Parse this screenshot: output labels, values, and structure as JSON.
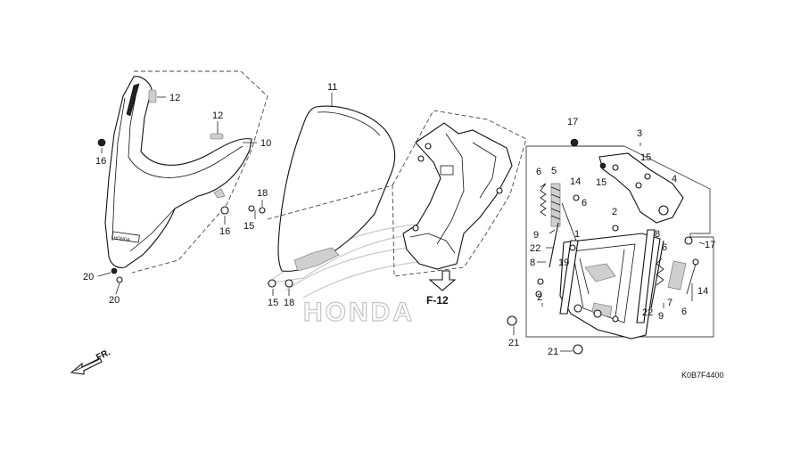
{
  "diagram": {
    "drawing_code": "K0B7F4400",
    "reference": "F-12",
    "front_marker": "FR.",
    "watermark": "HONDA",
    "part_labels": {
      "p1": "1",
      "p2a": "2",
      "p2b": "2",
      "p3": "3",
      "p4": "4",
      "p5": "5",
      "p6a": "6",
      "p6b": "6",
      "p6c": "6",
      "p6d": "6",
      "p7": "7",
      "p8a": "8",
      "p8b": "8",
      "p9a": "9",
      "p9b": "9",
      "p10": "10",
      "p11": "11",
      "p12a": "12",
      "p12b": "12",
      "p14a": "14",
      "p14b": "14",
      "p15a": "15",
      "p15b": "15",
      "p15c": "15",
      "p15d": "15",
      "p16a": "16",
      "p16b": "16",
      "p17a": "17",
      "p17b": "17",
      "p18a": "18",
      "p18b": "18",
      "p19": "19",
      "p20a": "20",
      "p20b": "20",
      "p21a": "21",
      "p21b": "21",
      "p22a": "22",
      "p22b": "22"
    }
  }
}
